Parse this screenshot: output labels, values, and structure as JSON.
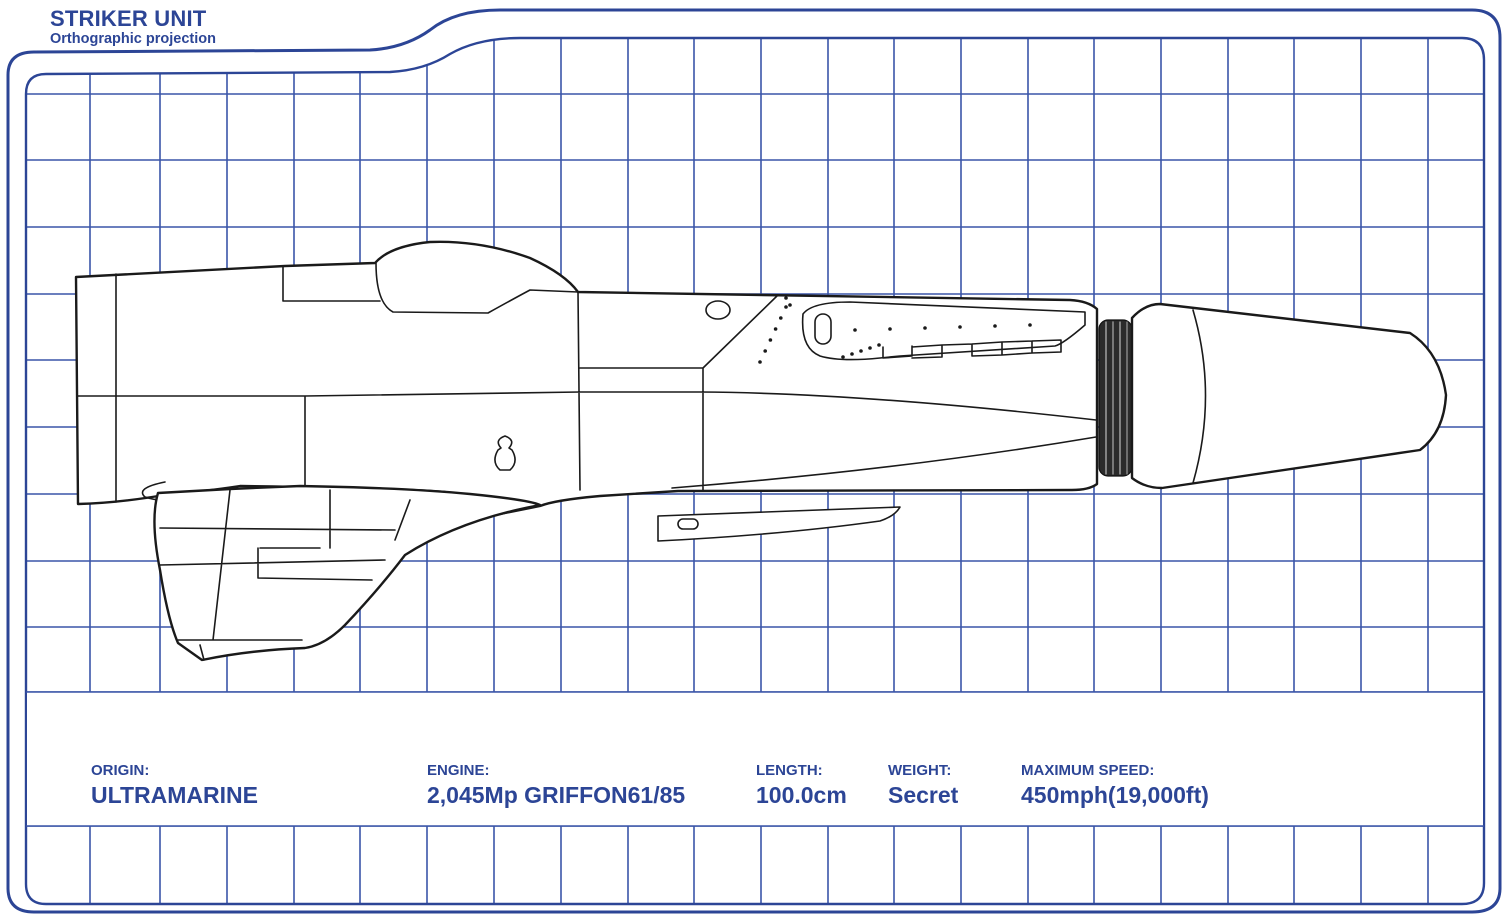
{
  "header": {
    "title": "STRIKER UNIT",
    "subtitle": "Orthographic projection"
  },
  "colors": {
    "frame": "#2c4596",
    "grid": "#3a55a8",
    "text": "#2c4596",
    "drawing_line": "#1a1a1a",
    "paper": "#ffffff"
  },
  "specs": {
    "origin": {
      "label": "ORIGIN:",
      "value": "ULTRAMARINE"
    },
    "engine": {
      "label": "ENGINE:",
      "value": "2,045Mp GRIFFON61/85"
    },
    "length": {
      "label": "LENGTH:",
      "value": "100.0cm"
    },
    "weight": {
      "label": "WEIGHT:",
      "value": "Secret"
    },
    "speed": {
      "label": "MAXIMUM SPEED:",
      "value": "450mph(19,000ft)"
    }
  }
}
